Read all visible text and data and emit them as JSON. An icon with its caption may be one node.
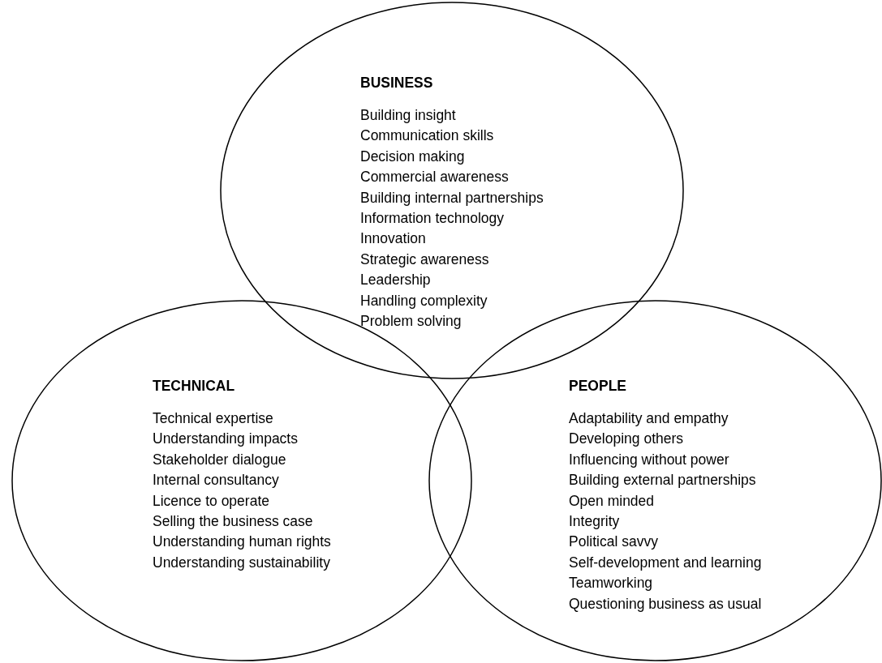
{
  "diagram": {
    "nodes": [
      {
        "text": [
          "BUSINESS",
          "Building insight",
          "Communication skills",
          "Decision making",
          "Commercial awareness",
          "Building internal partnerships",
          "Information technology",
          "Innovation",
          "Strategic awareness",
          "Leadership",
          "Handling complexity",
          "Problem solving"
        ]
      },
      {
        "text": [
          "TECHNICAL",
          "Technical expertise",
          "Understanding impacts",
          "Stakeholder dialogue",
          "Internal consultancy",
          "Licence to operate",
          "Selling the business case",
          "Understanding human rights",
          "Understanding sustainability"
        ]
      },
      {
        "text": [
          "PEOPLE",
          "Adaptability and empathy",
          "Developing others",
          "Influencing without power",
          "Building external partnerships",
          "Open minded",
          "Integrity",
          "Political savvy",
          "Self-development and learning",
          "Teamworking",
          "Questioning business as usual"
        ]
      }
    ],
    "edges": []
  }
}
